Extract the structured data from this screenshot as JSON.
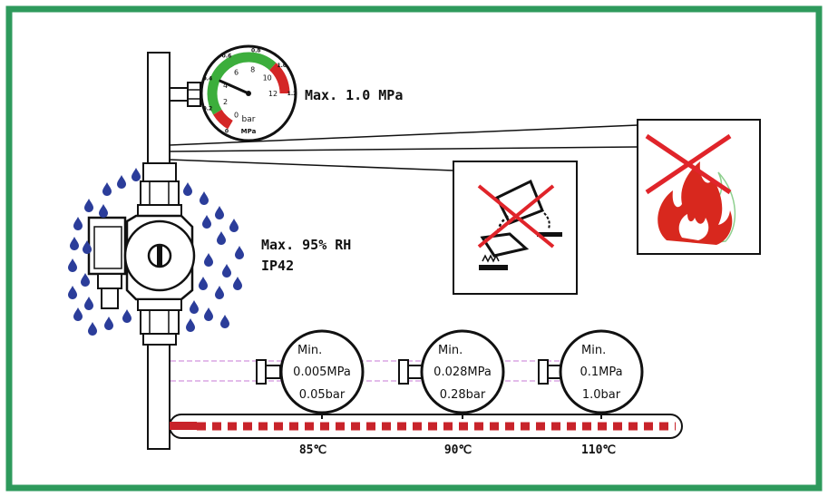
{
  "colors": {
    "frame": "#2e9a5c",
    "water_drop": "#2b3d9a",
    "no_sign": "#e0242a",
    "flame": "#d8281e",
    "gauge_green": "#3cae3c",
    "gauge_red": "#d42626",
    "heat_band": "#c8232a",
    "guide_line": "#c77ad6"
  },
  "gauge": {
    "unit_bar": "bar",
    "unit_mpa": "MPa",
    "outer_ticks": [
      "0",
      "0.2",
      "0.4",
      "0.6",
      "0.8",
      "1.0",
      "1.2"
    ],
    "inner_ticks": [
      "0",
      "2",
      "4",
      "6",
      "8",
      "10",
      "12"
    ],
    "needle_bar": 4.2
  },
  "labels": {
    "max_pressure": "Max. 1.0 MPa",
    "max_humidity": "Max. 95% RH",
    "ip_rating": "IP42"
  },
  "icons": {
    "chemical": "no-corrosive-liquids-icon",
    "fire": "no-fire-icon",
    "drops": "water-drop-icon"
  },
  "min_pressures": [
    {
      "min_label": "Min.",
      "mpa": "0.005MPa",
      "bar": "0.05bar",
      "temp": "85℃"
    },
    {
      "min_label": "Min.",
      "mpa": "0.028MPa",
      "bar": "0.28bar",
      "temp": "90℃"
    },
    {
      "min_label": "Min.",
      "mpa": "0.1MPa",
      "bar": "1.0bar",
      "temp": "110℃"
    }
  ]
}
